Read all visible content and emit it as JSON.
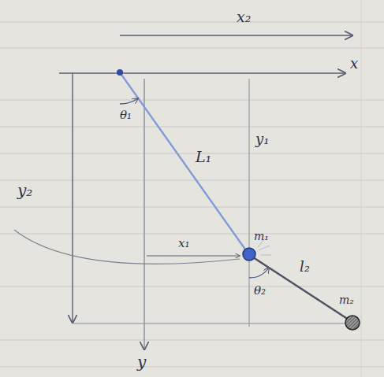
{
  "diagram": {
    "labels": [
      "x₂",
      "x",
      "θ₁",
      "L₁",
      "y₁",
      "y₂",
      "m₁",
      "x₁",
      "θ₂",
      "l₂",
      "m₂",
      "y"
    ]
  }
}
